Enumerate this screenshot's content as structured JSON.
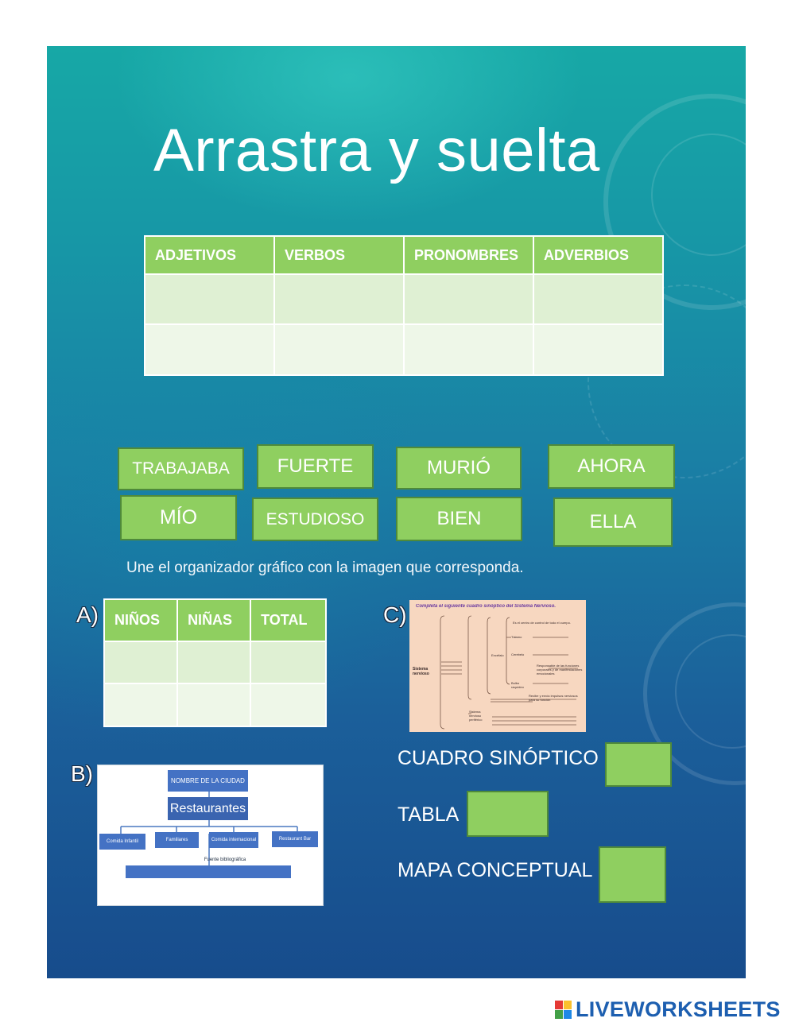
{
  "page_title": "Arrastra y suelta",
  "word_table": {
    "headers": [
      "ADJETIVOS",
      "VERBOS",
      "PRONOMBRES",
      "ADVERBIOS"
    ]
  },
  "word_tiles": [
    "TRABAJABA",
    "FUERTE",
    "MURIÓ",
    "AHORA",
    "MÍO",
    "ESTUDIOSO",
    "BIEN",
    "ELLA"
  ],
  "instruction": "Une el organizador gráfico con la imagen que corresponda.",
  "option_a": {
    "letter": "A)",
    "headers": [
      "NIÑOS",
      "NIÑAS",
      "TOTAL"
    ]
  },
  "option_b": {
    "letter": "B)",
    "top_box": "NOMBRE DE LA CIUDAD",
    "main_box": "Restaurantes",
    "branches": [
      "Comida Infantil",
      "Familiares",
      "Comida internacional",
      "Restaurant Bar"
    ],
    "footer_label": "Fuente bibliográfica"
  },
  "option_c": {
    "letter": "C)",
    "heading": "Completa el siguiente cuadro sinóptico del Sistema Nervioso.",
    "root": "Sistema nervioso",
    "labels": [
      "Es el centro de control de todo el cuerpo.",
      "Tálamo",
      "Encéfalo",
      "Cerebelo",
      "Responsable de las funciones corporales y de manifestaciones emocionales",
      "Bulbo raquídeo",
      "Recibe y envía impulsos nerviosos para su función",
      "Sistema nervioso periférico"
    ]
  },
  "matching": [
    {
      "label": "CUADRO SINÓPTICO"
    },
    {
      "label": "TABLA"
    },
    {
      "label": "MAPA CONCEPTUAL"
    }
  ],
  "brand": "LIVEWORKSHEETS",
  "colors": {
    "accent_green": "#8fcf60",
    "tile_border": "#4f8a3a",
    "background_top": "#17a8a6",
    "background_bottom": "#174c8c",
    "brand_blue": "#1d5fb0"
  }
}
